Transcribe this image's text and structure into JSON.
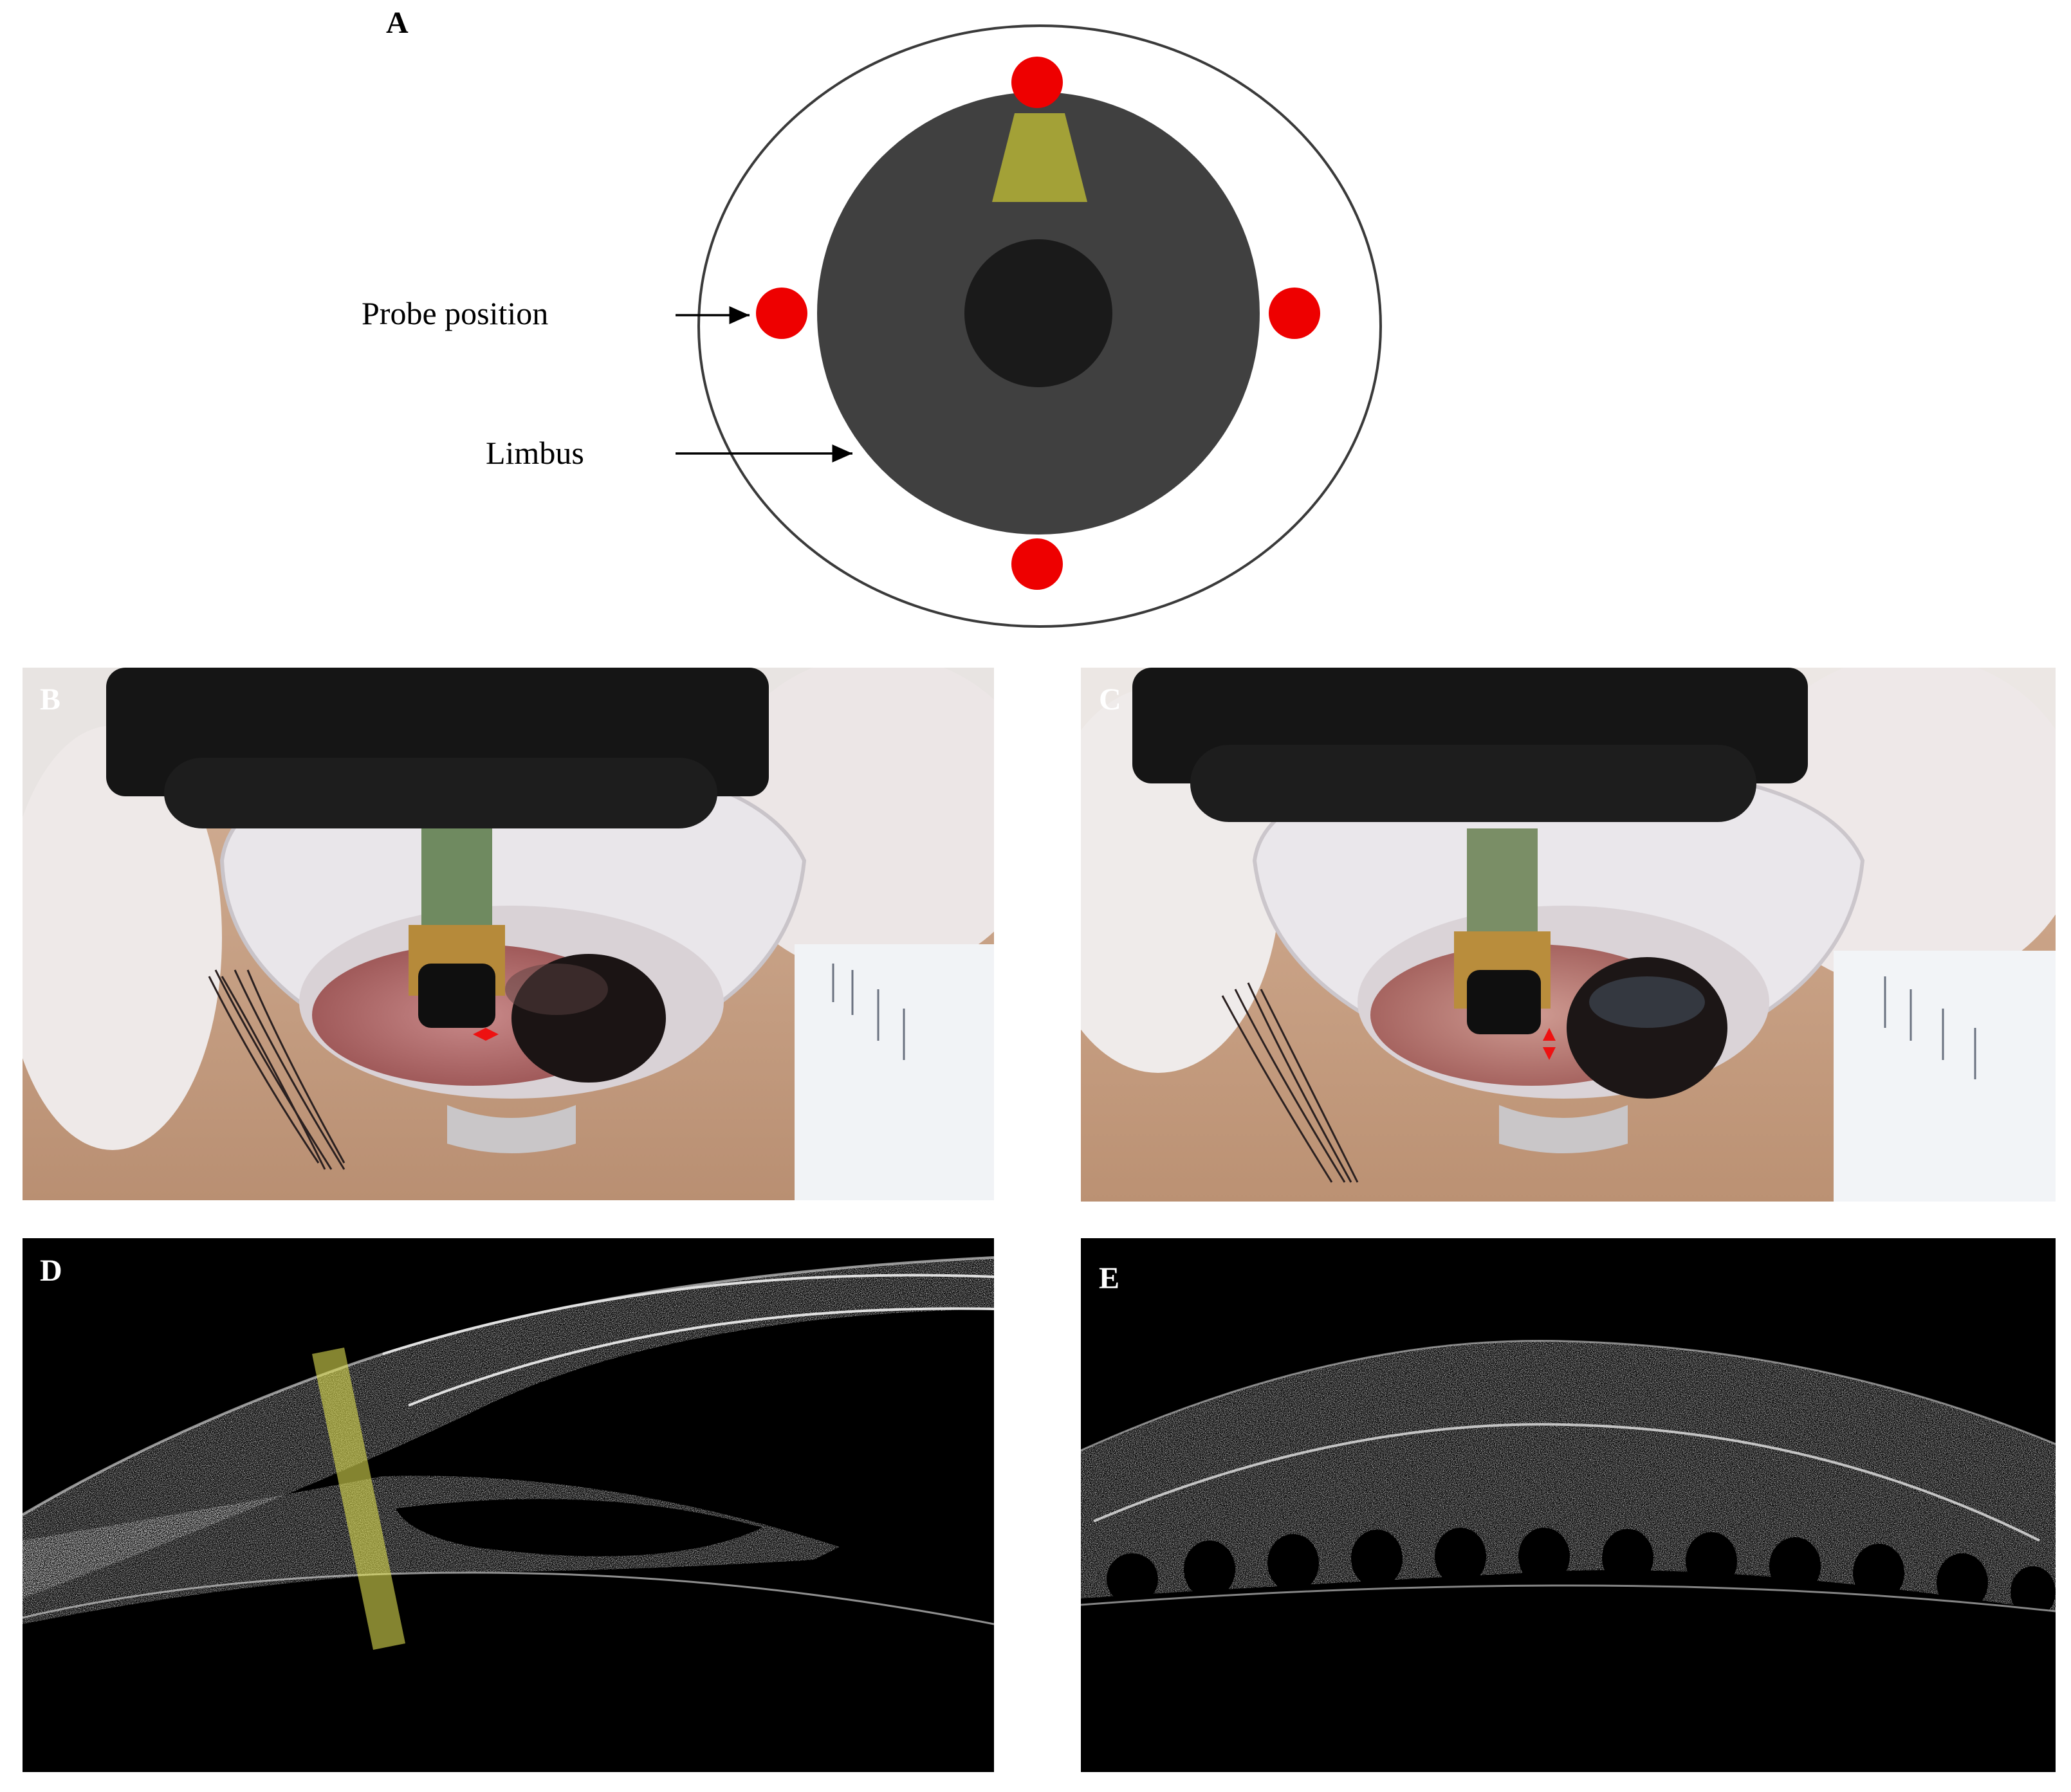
{
  "panels": {
    "a": {
      "letter": "A"
    },
    "b": {
      "letter": "B"
    },
    "c": {
      "letter": "C"
    },
    "d": {
      "letter": "D"
    },
    "e": {
      "letter": "E"
    }
  },
  "diagram": {
    "probe_label": "Probe position",
    "limbus_label": "Limbus"
  },
  "colors": {
    "probe_marker": "#ee0000",
    "iris": "#404040",
    "pupil": "#1a1a1a",
    "probe_beam": "#a3a137",
    "us_overlay": "#dcdc50"
  }
}
